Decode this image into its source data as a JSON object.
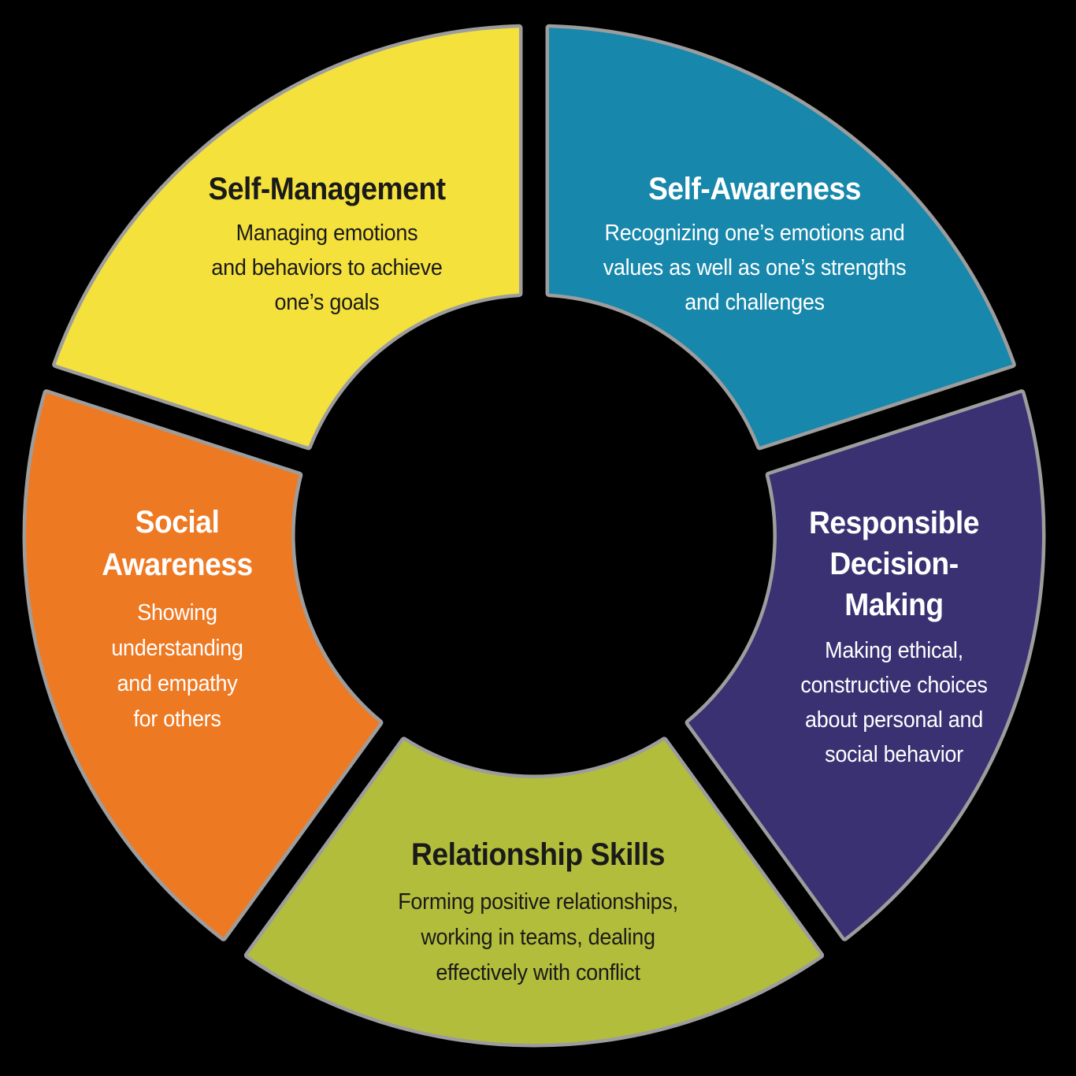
{
  "diagram": {
    "background_color": "#000000",
    "shadow_color": "#9D9D9D",
    "segments": [
      {
        "id": "self-management",
        "color": "#F4E13C",
        "text_color": "#1A1A1A",
        "title": "Self-Management",
        "description": [
          "Managing emotions",
          "and behaviors to achieve",
          "one’s goals"
        ]
      },
      {
        "id": "self-awareness",
        "color": "#1787AC",
        "text_color": "#FFFFFF",
        "title": "Self-Awareness",
        "description": [
          "Recognizing one’s emotions and",
          "values as well as one’s strengths",
          "and challenges"
        ]
      },
      {
        "id": "responsible-decision-making",
        "color": "#3A3173",
        "text_color": "#FFFFFF",
        "title": [
          "Responsible",
          "Decision-",
          "Making"
        ],
        "description": [
          "Making ethical,",
          "constructive choices",
          "about personal and",
          "social behavior"
        ]
      },
      {
        "id": "relationship-skills",
        "color": "#B2BD3B",
        "text_color": "#1A1A1A",
        "title": "Relationship Skills",
        "description": [
          "Forming positive relationships,",
          "working in teams, dealing",
          "effectively with conflict"
        ]
      },
      {
        "id": "social-awareness",
        "color": "#EE7923",
        "text_color": "#FFFFFF",
        "title": [
          "Social",
          "Awareness"
        ],
        "description": [
          "Showing",
          "understanding",
          "and empathy",
          "for others"
        ]
      }
    ]
  }
}
